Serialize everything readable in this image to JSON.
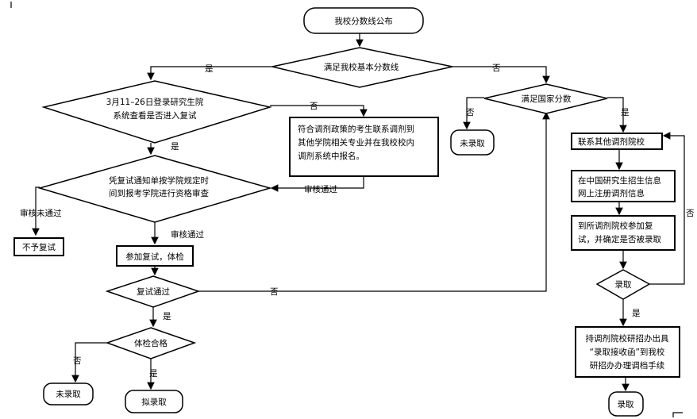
{
  "nodes": {
    "start": "我校分数线公布",
    "d_school_line": "满足我校基本分数线",
    "d_retest_line1": "3月11–26日登录研究生院",
    "d_retest_line2": "系统查看是否进入复试",
    "adjust_box": [
      "符合调剂政策的考生联系调剂到",
      "其他学院相关专业并在我校校内",
      "调剂系统中报名。"
    ],
    "d_qualify_line1": "凭复试通知单按学院规定时",
    "d_qualify_line2": "间到报考学院进行资格审查",
    "no_retest": "不予复试",
    "attend_retest": "参加复试，体检",
    "d_retest_pass": "复试通过",
    "d_health": "体检合格",
    "rejected_left": "未录取",
    "proposed_admit": "拟录取",
    "d_national": "满足国家分数",
    "rejected_right": "未录取",
    "contact_other": "联系其他调剂院校",
    "register_info": [
      "在中国研究生招生信息",
      "网上注册调剂信息"
    ],
    "attend_other": [
      "到所调剂院校参加复",
      "试，并确定是否被录取"
    ],
    "d_admitted": "录取",
    "final_box": [
      "持调剂院校研招办出具",
      "“录取接收函”到我校",
      "研招办办理调档手续"
    ],
    "admitted": "录取"
  },
  "labels": {
    "yes": "是",
    "no": "否",
    "review_passed": "审核通过",
    "review_failed": "审核未通过"
  }
}
